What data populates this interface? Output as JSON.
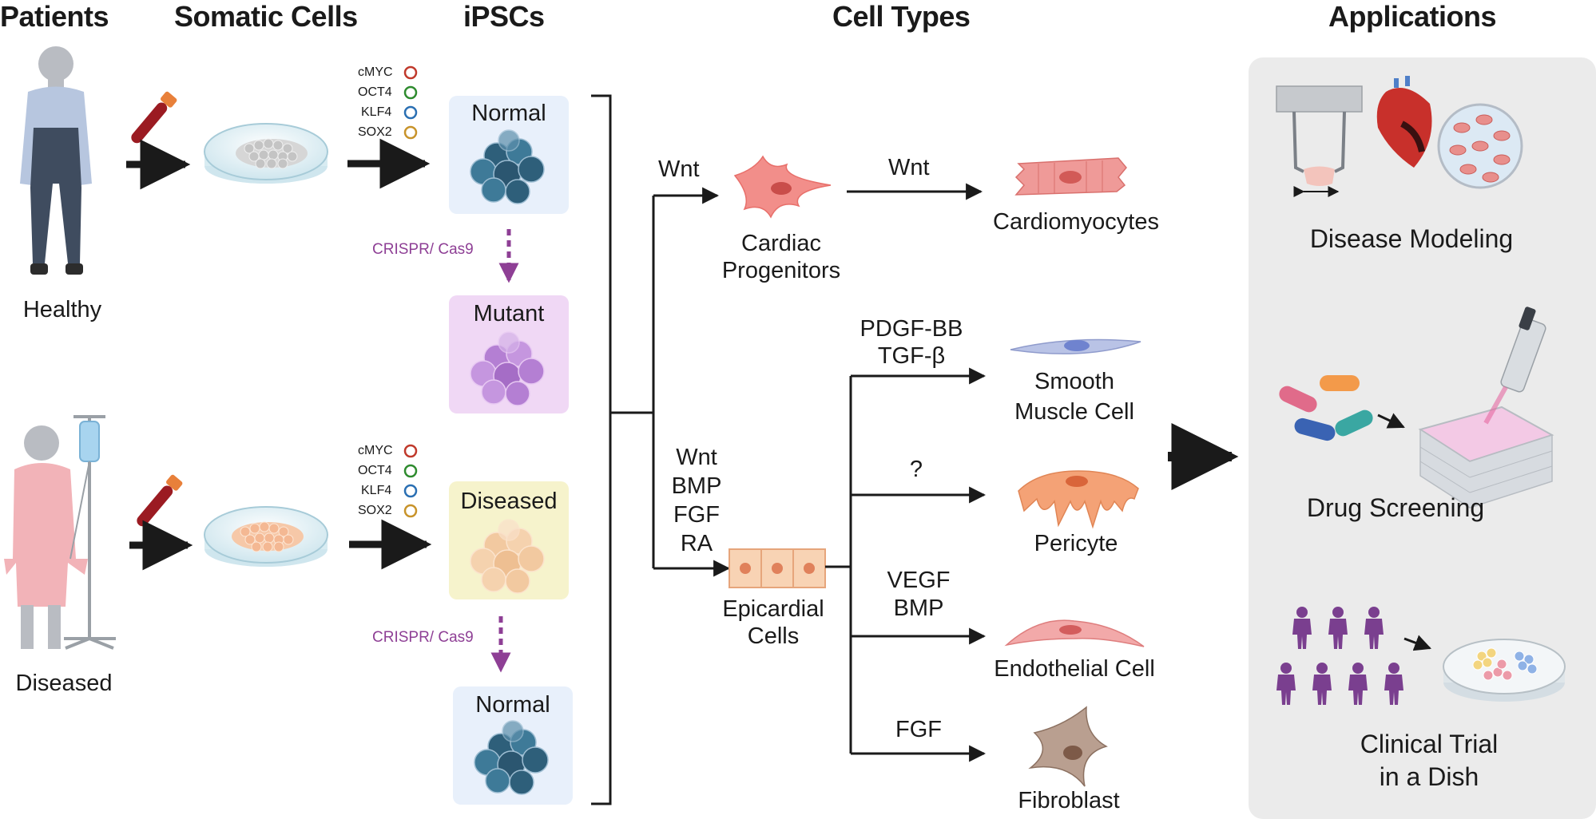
{
  "headers": {
    "patients": "Patients",
    "somatic": "Somatic Cells",
    "ipscs": "iPSCs",
    "cell_types": "Cell Types",
    "applications": "Applications"
  },
  "patients": {
    "healthy": "Healthy",
    "diseased": "Diseased"
  },
  "factors": [
    {
      "name": "cMYC",
      "color": "#c0392b"
    },
    {
      "name": "OCT4",
      "color": "#2e8b2e"
    },
    {
      "name": "KLF4",
      "color": "#2a6fb3"
    },
    {
      "name": "SOX2",
      "color": "#c8932a"
    }
  ],
  "ipsc_boxes": {
    "normal_top": "Normal",
    "mutant": "Mutant",
    "diseased": "Diseased",
    "normal_bottom": "Normal"
  },
  "crispr_label": "CRISPR/ Cas9",
  "signals": {
    "wnt_upper": "Wnt",
    "wnt_cardiomyocyte": "Wnt",
    "epicardial": [
      "Wnt",
      "BMP",
      "FGF",
      "RA"
    ],
    "smooth_muscle": [
      "PDGF-BB",
      "TGF-β"
    ],
    "pericyte": "?",
    "endothelial": [
      "VEGF",
      "BMP"
    ],
    "fibroblast": "FGF"
  },
  "cells": {
    "cardiac_progenitors": [
      "Cardiac",
      "Progenitors"
    ],
    "epicardial": [
      "Epicardial",
      "Cells"
    ],
    "cardiomyocytes": "Cardiomyocytes",
    "smooth_muscle": [
      "Smooth",
      "Muscle Cell"
    ],
    "pericyte": "Pericyte",
    "endothelial": "Endothelial Cell",
    "fibroblast": "Fibroblast"
  },
  "applications": {
    "disease_modeling": "Disease Modeling",
    "drug_screening": "Drug Screening",
    "clinical_trial": [
      "Clinical Trial",
      "in a Dish"
    ]
  },
  "colors": {
    "normal_box": "#e8f0fb",
    "mutant_box": "#f0d8f5",
    "diseased_box": "#f6f3cc",
    "applications_panel": "#ebebeb",
    "crispr": "#8e3f95",
    "normal_cells": "#2e5f7a",
    "mutant_cells": "#b47fd3",
    "diseased_cells": "#f2c9a0"
  }
}
